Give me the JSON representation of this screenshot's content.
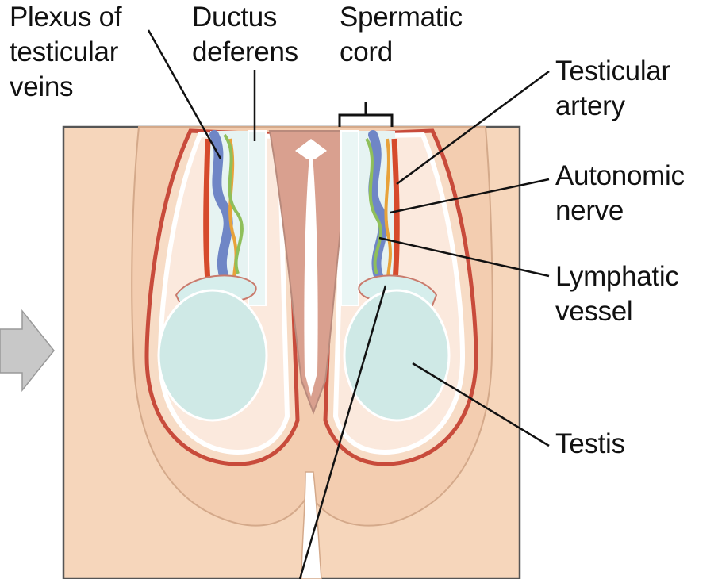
{
  "labels": {
    "plexus": "Plexus of\ntesticular\nveins",
    "ductus": "Ductus\ndeferens",
    "spermatic": "Spermatic\ncord",
    "artery": "Testicular\nartery",
    "nerve": "Autonomic\nnerve",
    "lymph": "Lymphatic\nvessel",
    "testis": "Testis"
  },
  "colors": {
    "frame_bg": "#f6d6bb",
    "scrotum_skin": "#f1c7a6",
    "dartos_red": "#c94a3a",
    "septum": "#b98a7c",
    "vein_blue": "#6f86c6",
    "artery_red": "#d64a2c",
    "nerve_orange": "#e8a23a",
    "lymph_green": "#8fbf5a",
    "testis_fill": "#cfe9e6",
    "arrow_gray": "#bdbdbd"
  }
}
